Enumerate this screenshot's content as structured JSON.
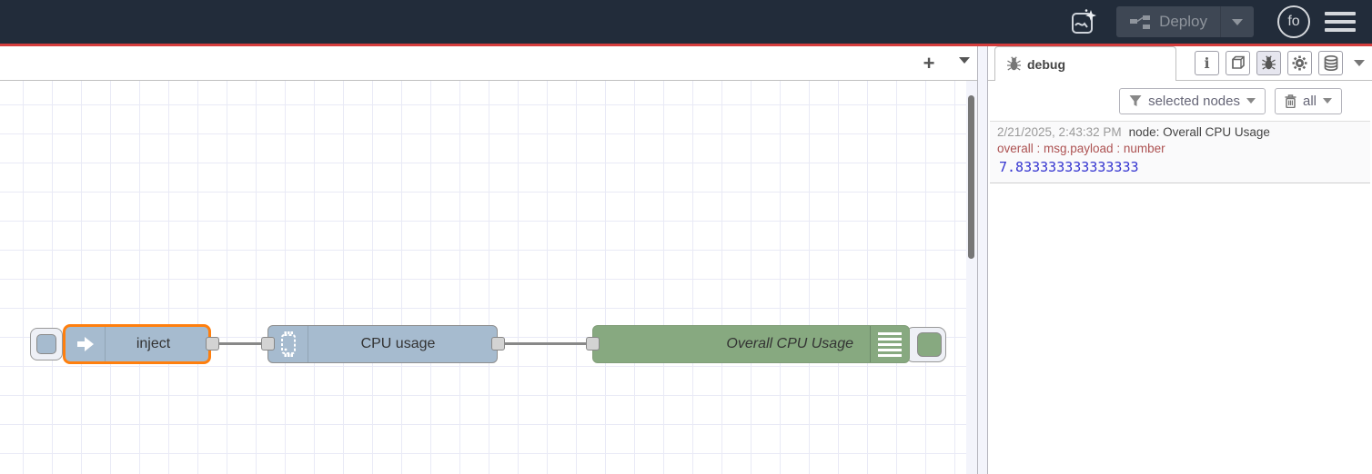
{
  "header": {
    "deploy": {
      "label": "Deploy"
    },
    "avatar": {
      "initials": "fo"
    }
  },
  "workspace": {
    "add_flow_label": "+"
  },
  "canvas": {
    "nodes": {
      "inject": {
        "label": "inject"
      },
      "cpu": {
        "label": "CPU usage"
      },
      "debug": {
        "label": "Overall CPU Usage"
      }
    }
  },
  "sidebar": {
    "tab": {
      "label": "debug"
    },
    "toolbar": {
      "filter_label": "selected nodes",
      "clear_label": "all"
    },
    "messages": [
      {
        "timestamp": "2/21/2025, 2:43:32 PM",
        "source": "node: Overall CPU Usage",
        "meta": "overall : msg.payload : number",
        "value": "7.833333333333333"
      }
    ]
  },
  "colors": {
    "header_bg": "#222c3a",
    "banner_red": "#d53d3d",
    "node_blue": "#a6bbcf",
    "node_green": "#87a980",
    "selection_orange": "#ff7f0e",
    "wire_gray": "#888888",
    "debug_meta_red": "#ad5252",
    "debug_number_blue": "#3434d0"
  }
}
